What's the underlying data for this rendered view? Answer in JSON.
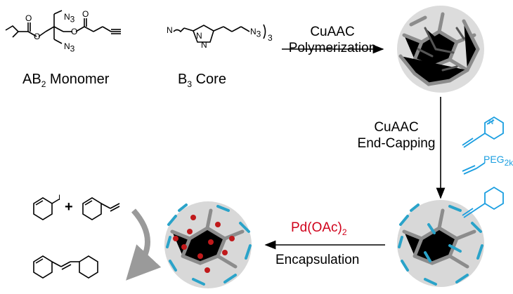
{
  "monomer": {
    "label": "AB",
    "sub": "2",
    "rest": " Monomer",
    "atoms": [
      "N",
      "3",
      "N",
      "3"
    ]
  },
  "core": {
    "label": "B",
    "sub": "3",
    "rest": " Core",
    "atoms": [
      "N",
      "N",
      "N",
      "N",
      "3",
      "3"
    ]
  },
  "step1": {
    "line1": "CuAAC",
    "line2": "Polymerization"
  },
  "step2": {
    "line1": "CuAAC",
    "line2": "End-Capping"
  },
  "capping_agents": {
    "peg": "PEG",
    "peg_sub": "2k",
    "pyridine_atom": "N"
  },
  "catalyst": {
    "main": "Pd(OAc)",
    "sub": "2"
  },
  "step3": {
    "label": "Encapsulation"
  },
  "reaction": {
    "plus": "+",
    "iodo_atom": "I"
  },
  "colors": {
    "red": "#d0021b",
    "blue": "#1a9ee0",
    "gray": "#8c8c8c"
  }
}
